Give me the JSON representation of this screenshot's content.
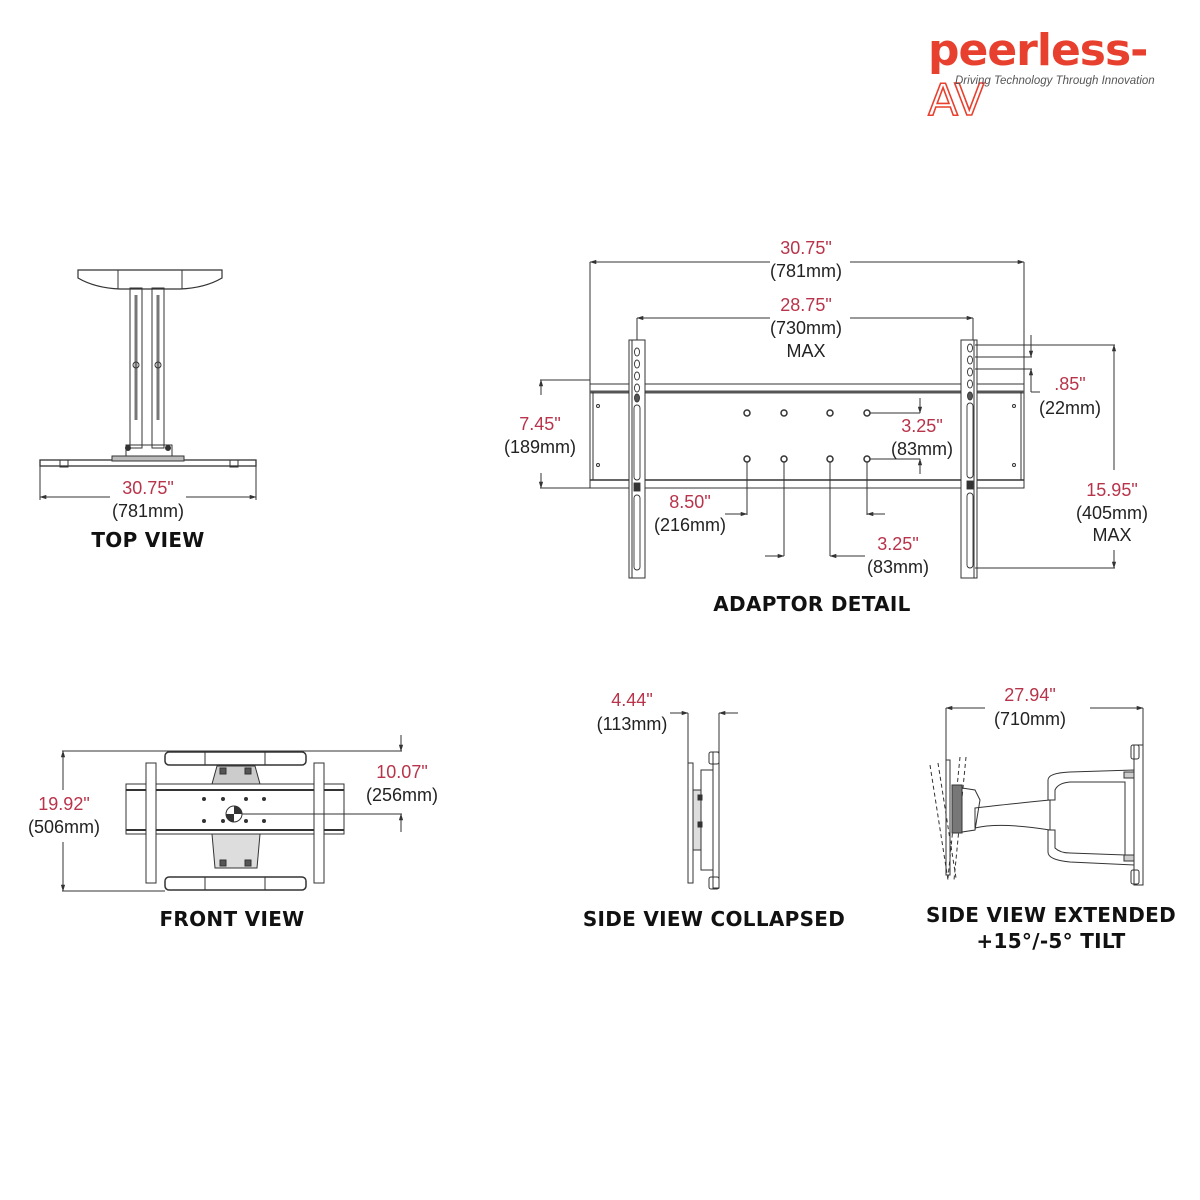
{
  "brand": {
    "name_main": "peerless-",
    "name_suffix": "AV",
    "tagline": "Driving Technology Through Innovation",
    "accent_color": "#e8402e",
    "dimension_color": "#b8344a"
  },
  "views": {
    "top_view": {
      "caption": "TOP VIEW",
      "width": {
        "in": "30.75\"",
        "mm": "(781mm)"
      }
    },
    "adaptor_detail": {
      "caption": "ADAPTOR DETAIL",
      "overall_width": {
        "in": "30.75\"",
        "mm": "(781mm)"
      },
      "max_width": {
        "in": "28.75\"",
        "mm": "(730mm)",
        "note": "MAX"
      },
      "height": {
        "in": "7.45\"",
        "mm": "(189mm)"
      },
      "hole_vertical_spacing": {
        "in": "3.25\"",
        "mm": "(83mm)"
      },
      "slot_spacing": {
        "in": ".85\"",
        "mm": "(22mm)"
      },
      "max_height": {
        "in": "15.95\"",
        "mm": "(405mm)",
        "note": "MAX"
      },
      "outer_hole_spacing": {
        "in": "8.50\"",
        "mm": "(216mm)"
      },
      "inner_hole_spacing": {
        "in": "3.25\"",
        "mm": "(83mm)"
      }
    },
    "front_view": {
      "caption": "FRONT VIEW",
      "height": {
        "in": "19.92\"",
        "mm": "(506mm)"
      },
      "center_offset": {
        "in": "10.07\"",
        "mm": "(256mm)"
      }
    },
    "side_view_collapsed": {
      "caption": "SIDE VIEW COLLAPSED",
      "depth": {
        "in": "4.44\"",
        "mm": "(113mm)"
      }
    },
    "side_view_extended": {
      "caption_line1": "SIDE VIEW EXTENDED",
      "caption_line2": "+15°/-5° TILT",
      "extension": {
        "in": "27.94\"",
        "mm": "(710mm)"
      }
    }
  }
}
